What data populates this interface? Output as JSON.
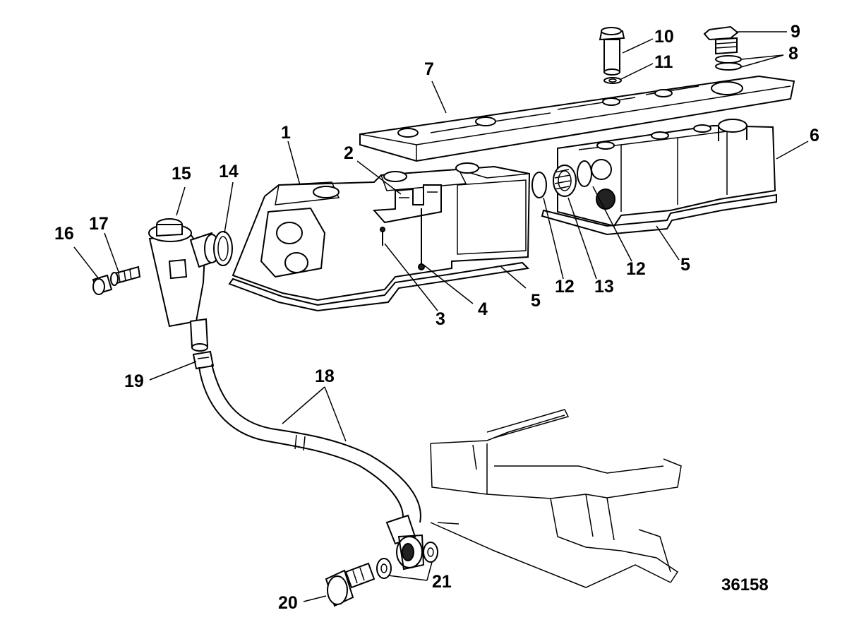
{
  "figure_number": "36158",
  "callouts": [
    {
      "id": "c1",
      "label": "1"
    },
    {
      "id": "c2",
      "label": "2"
    },
    {
      "id": "c3",
      "label": "3"
    },
    {
      "id": "c4",
      "label": "4"
    },
    {
      "id": "c5a",
      "label": "5"
    },
    {
      "id": "c5b",
      "label": "5"
    },
    {
      "id": "c6",
      "label": "6"
    },
    {
      "id": "c7",
      "label": "7"
    },
    {
      "id": "c8",
      "label": "8"
    },
    {
      "id": "c9",
      "label": "9"
    },
    {
      "id": "c10",
      "label": "10"
    },
    {
      "id": "c11",
      "label": "11"
    },
    {
      "id": "c12a",
      "label": "12"
    },
    {
      "id": "c12b",
      "label": "12"
    },
    {
      "id": "c13",
      "label": "13"
    },
    {
      "id": "c14",
      "label": "14"
    },
    {
      "id": "c15",
      "label": "15"
    },
    {
      "id": "c16",
      "label": "16"
    },
    {
      "id": "c17",
      "label": "17"
    },
    {
      "id": "c18",
      "label": "18"
    },
    {
      "id": "c19",
      "label": "19"
    },
    {
      "id": "c20",
      "label": "20"
    },
    {
      "id": "c21",
      "label": "21"
    }
  ]
}
